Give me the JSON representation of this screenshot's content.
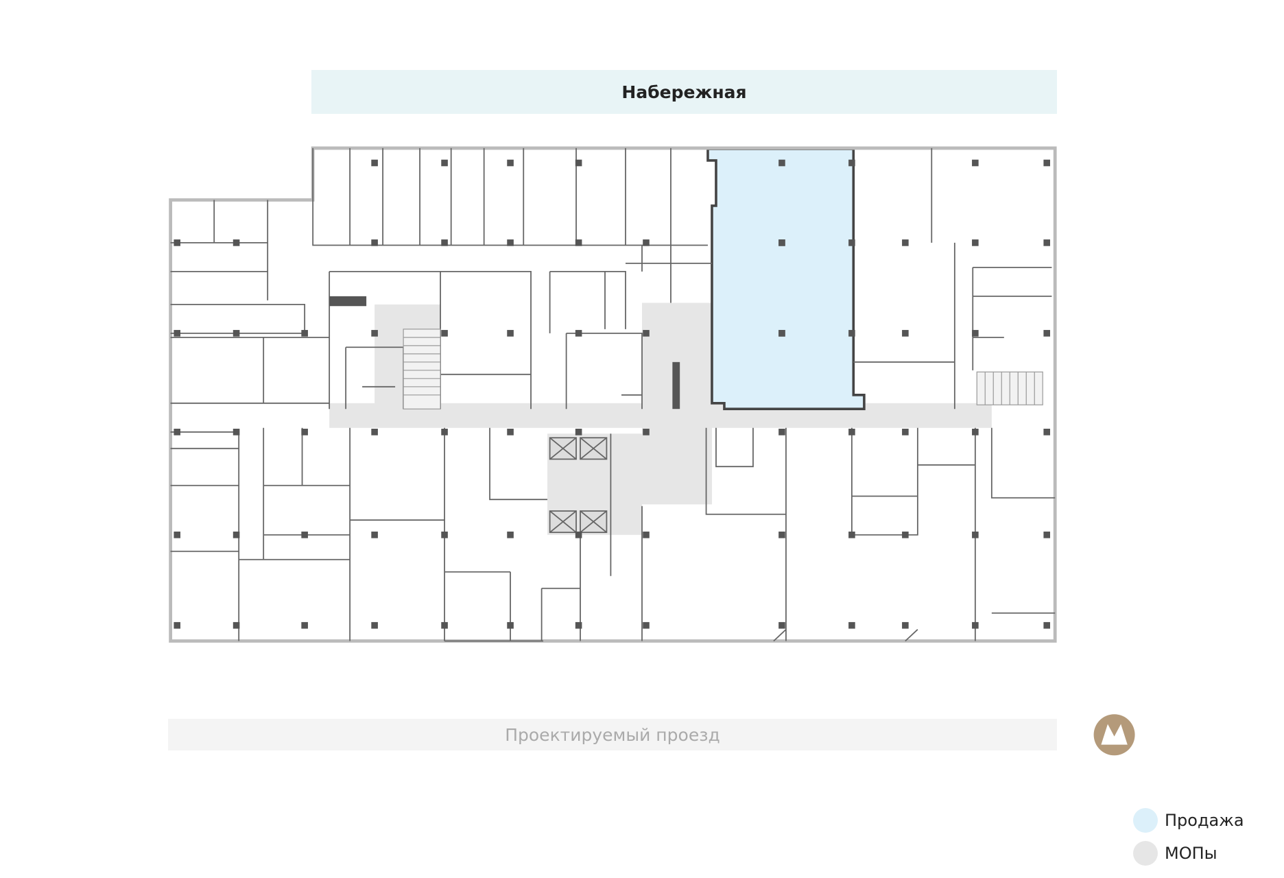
{
  "streets": {
    "top": "Набережная",
    "bottom": "Проектируемый проезд"
  },
  "metro_icon": "metro-m-logo",
  "legend": [
    {
      "label": "Продажа",
      "color": "#dcf0fa"
    },
    {
      "label": "МОПы",
      "color": "#e6e6e6"
    }
  ],
  "colors": {
    "sale": "#dcf0fa",
    "common": "#e6e6e6",
    "metro": "#b49a7a",
    "wall": "#555555"
  }
}
